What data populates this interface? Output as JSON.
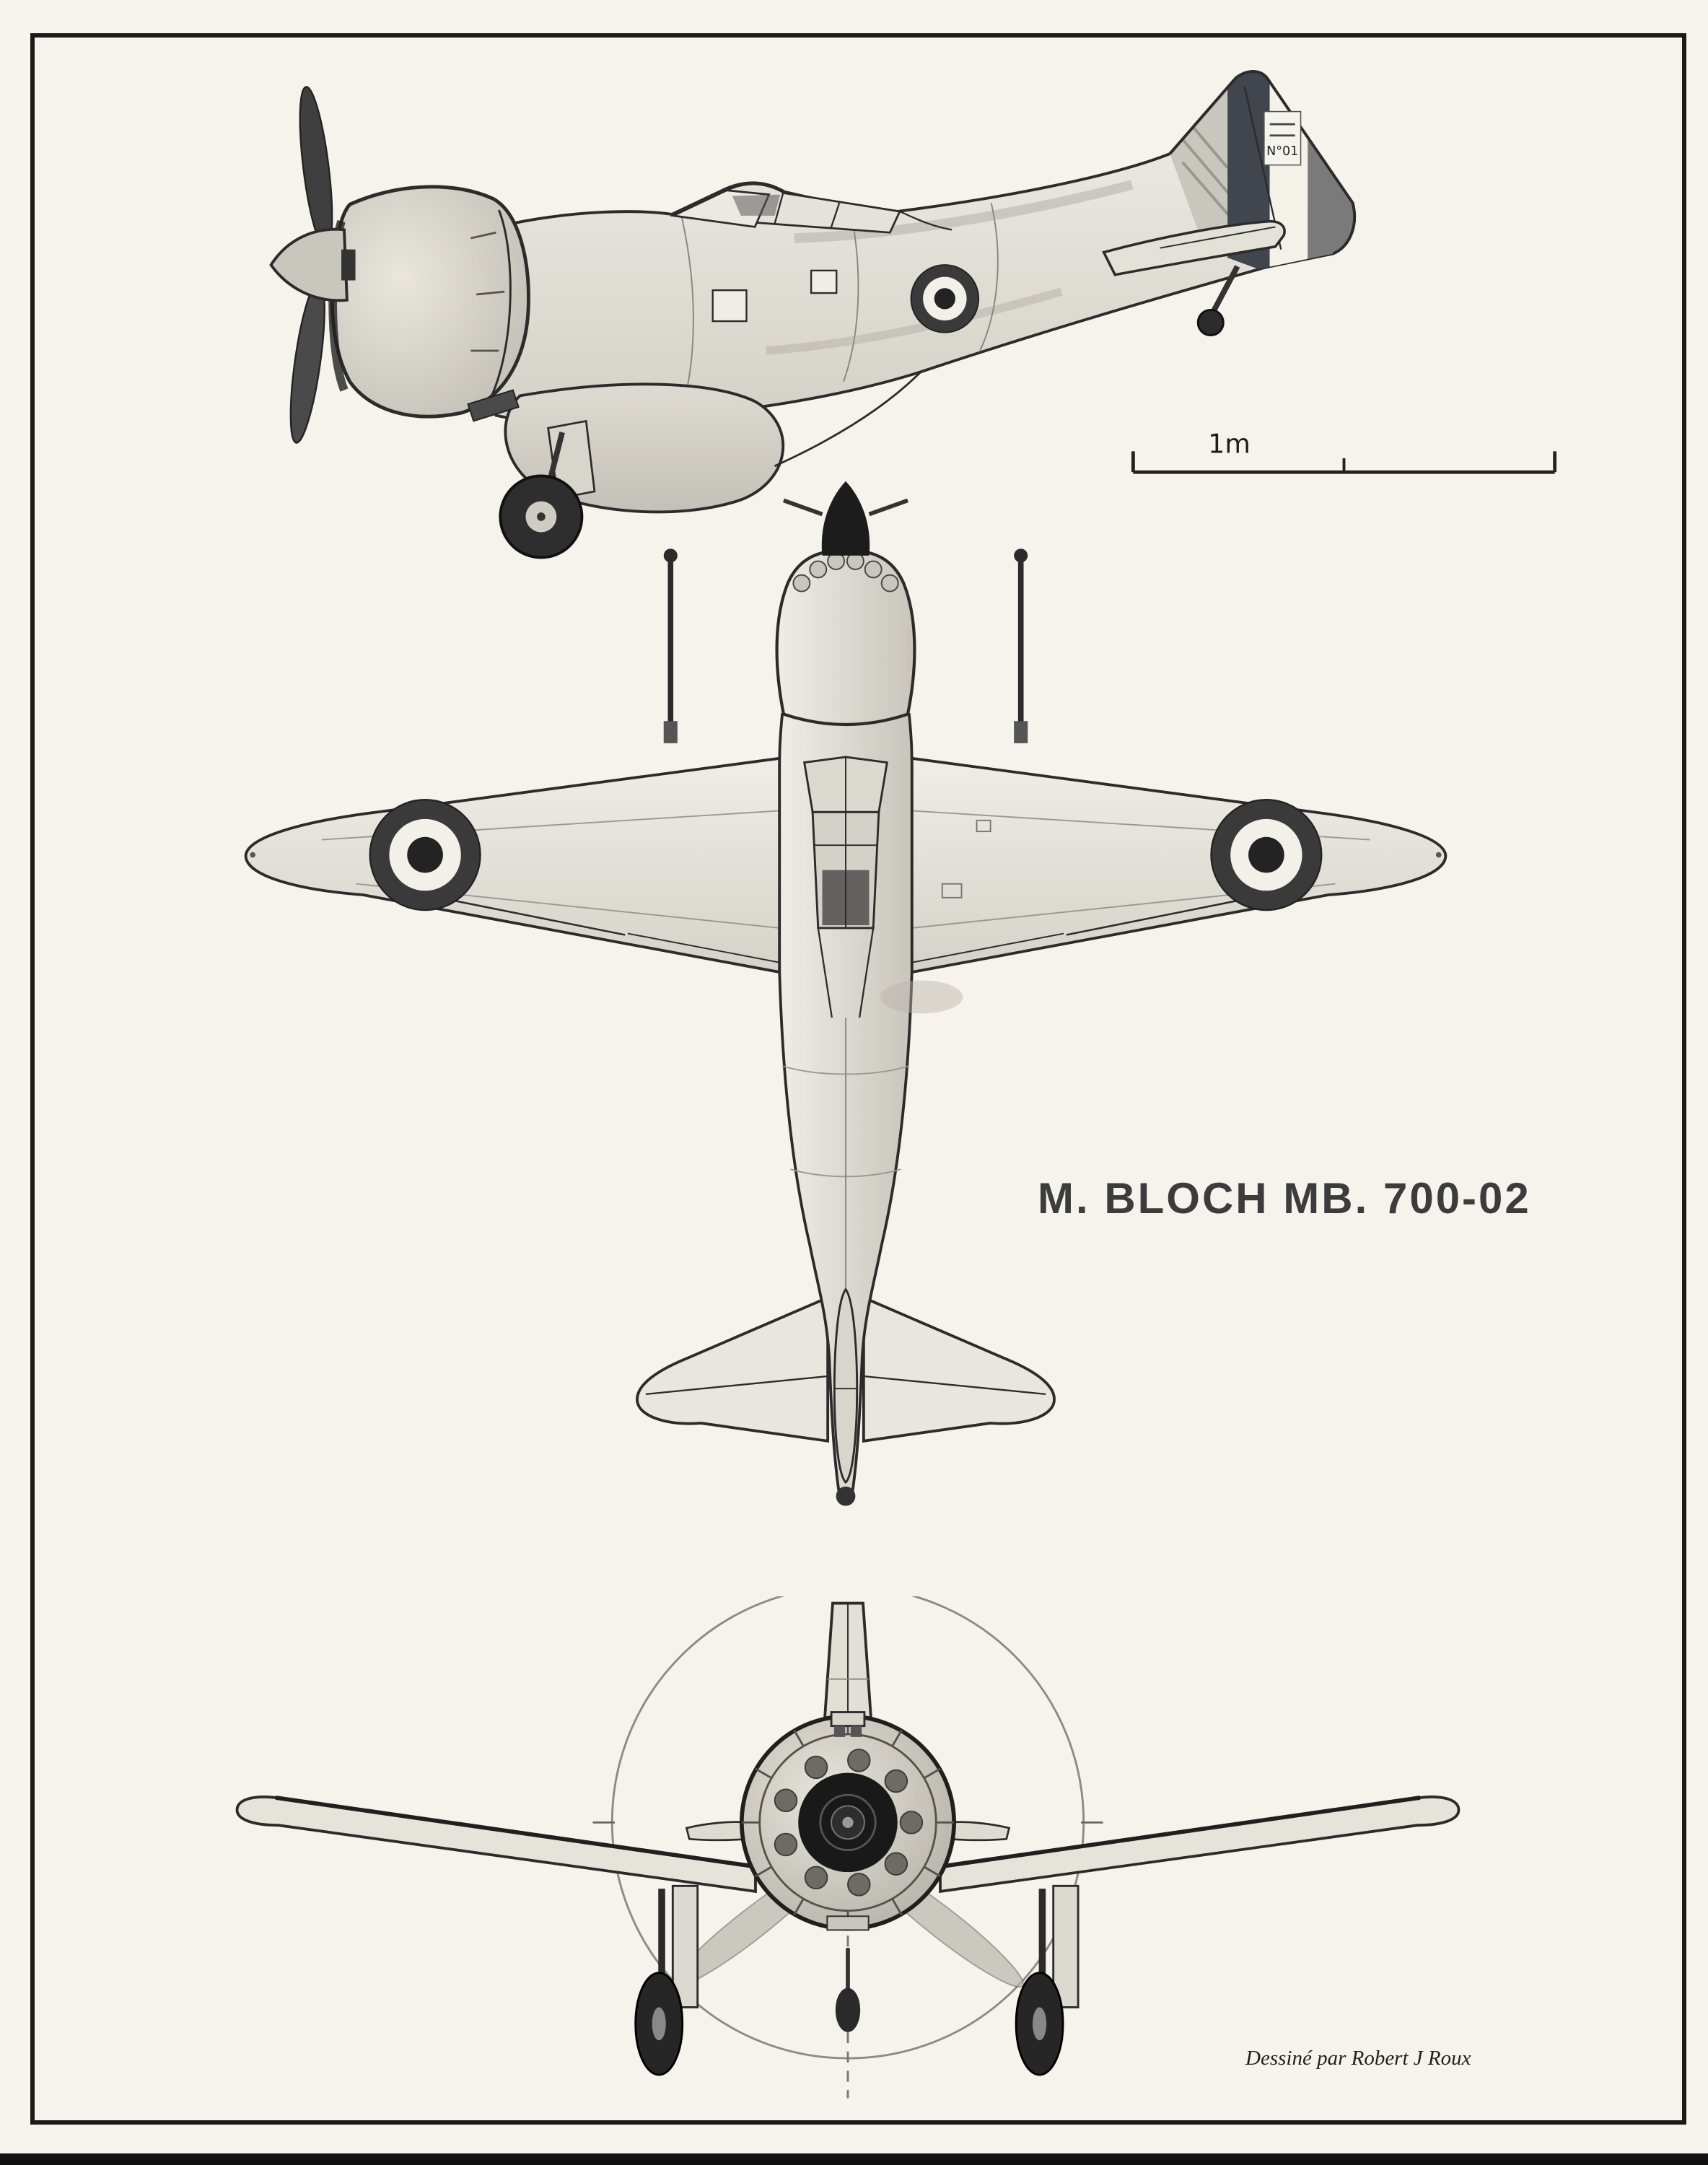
{
  "colors": {
    "paper": "#f6f3ec",
    "ink": "#2b2b2b",
    "frame": "#1a1a1a",
    "roundel_outer": "#3a3a3a",
    "roundel_mid": "#f3f0e9",
    "roundel_center": "#232323"
  },
  "title": "M. BLOCH MB. 700-02",
  "scale_bar": {
    "label": "1m"
  },
  "credit": "Dessiné par Robert J Roux",
  "side_view": {
    "tail_marking": "N°01"
  }
}
